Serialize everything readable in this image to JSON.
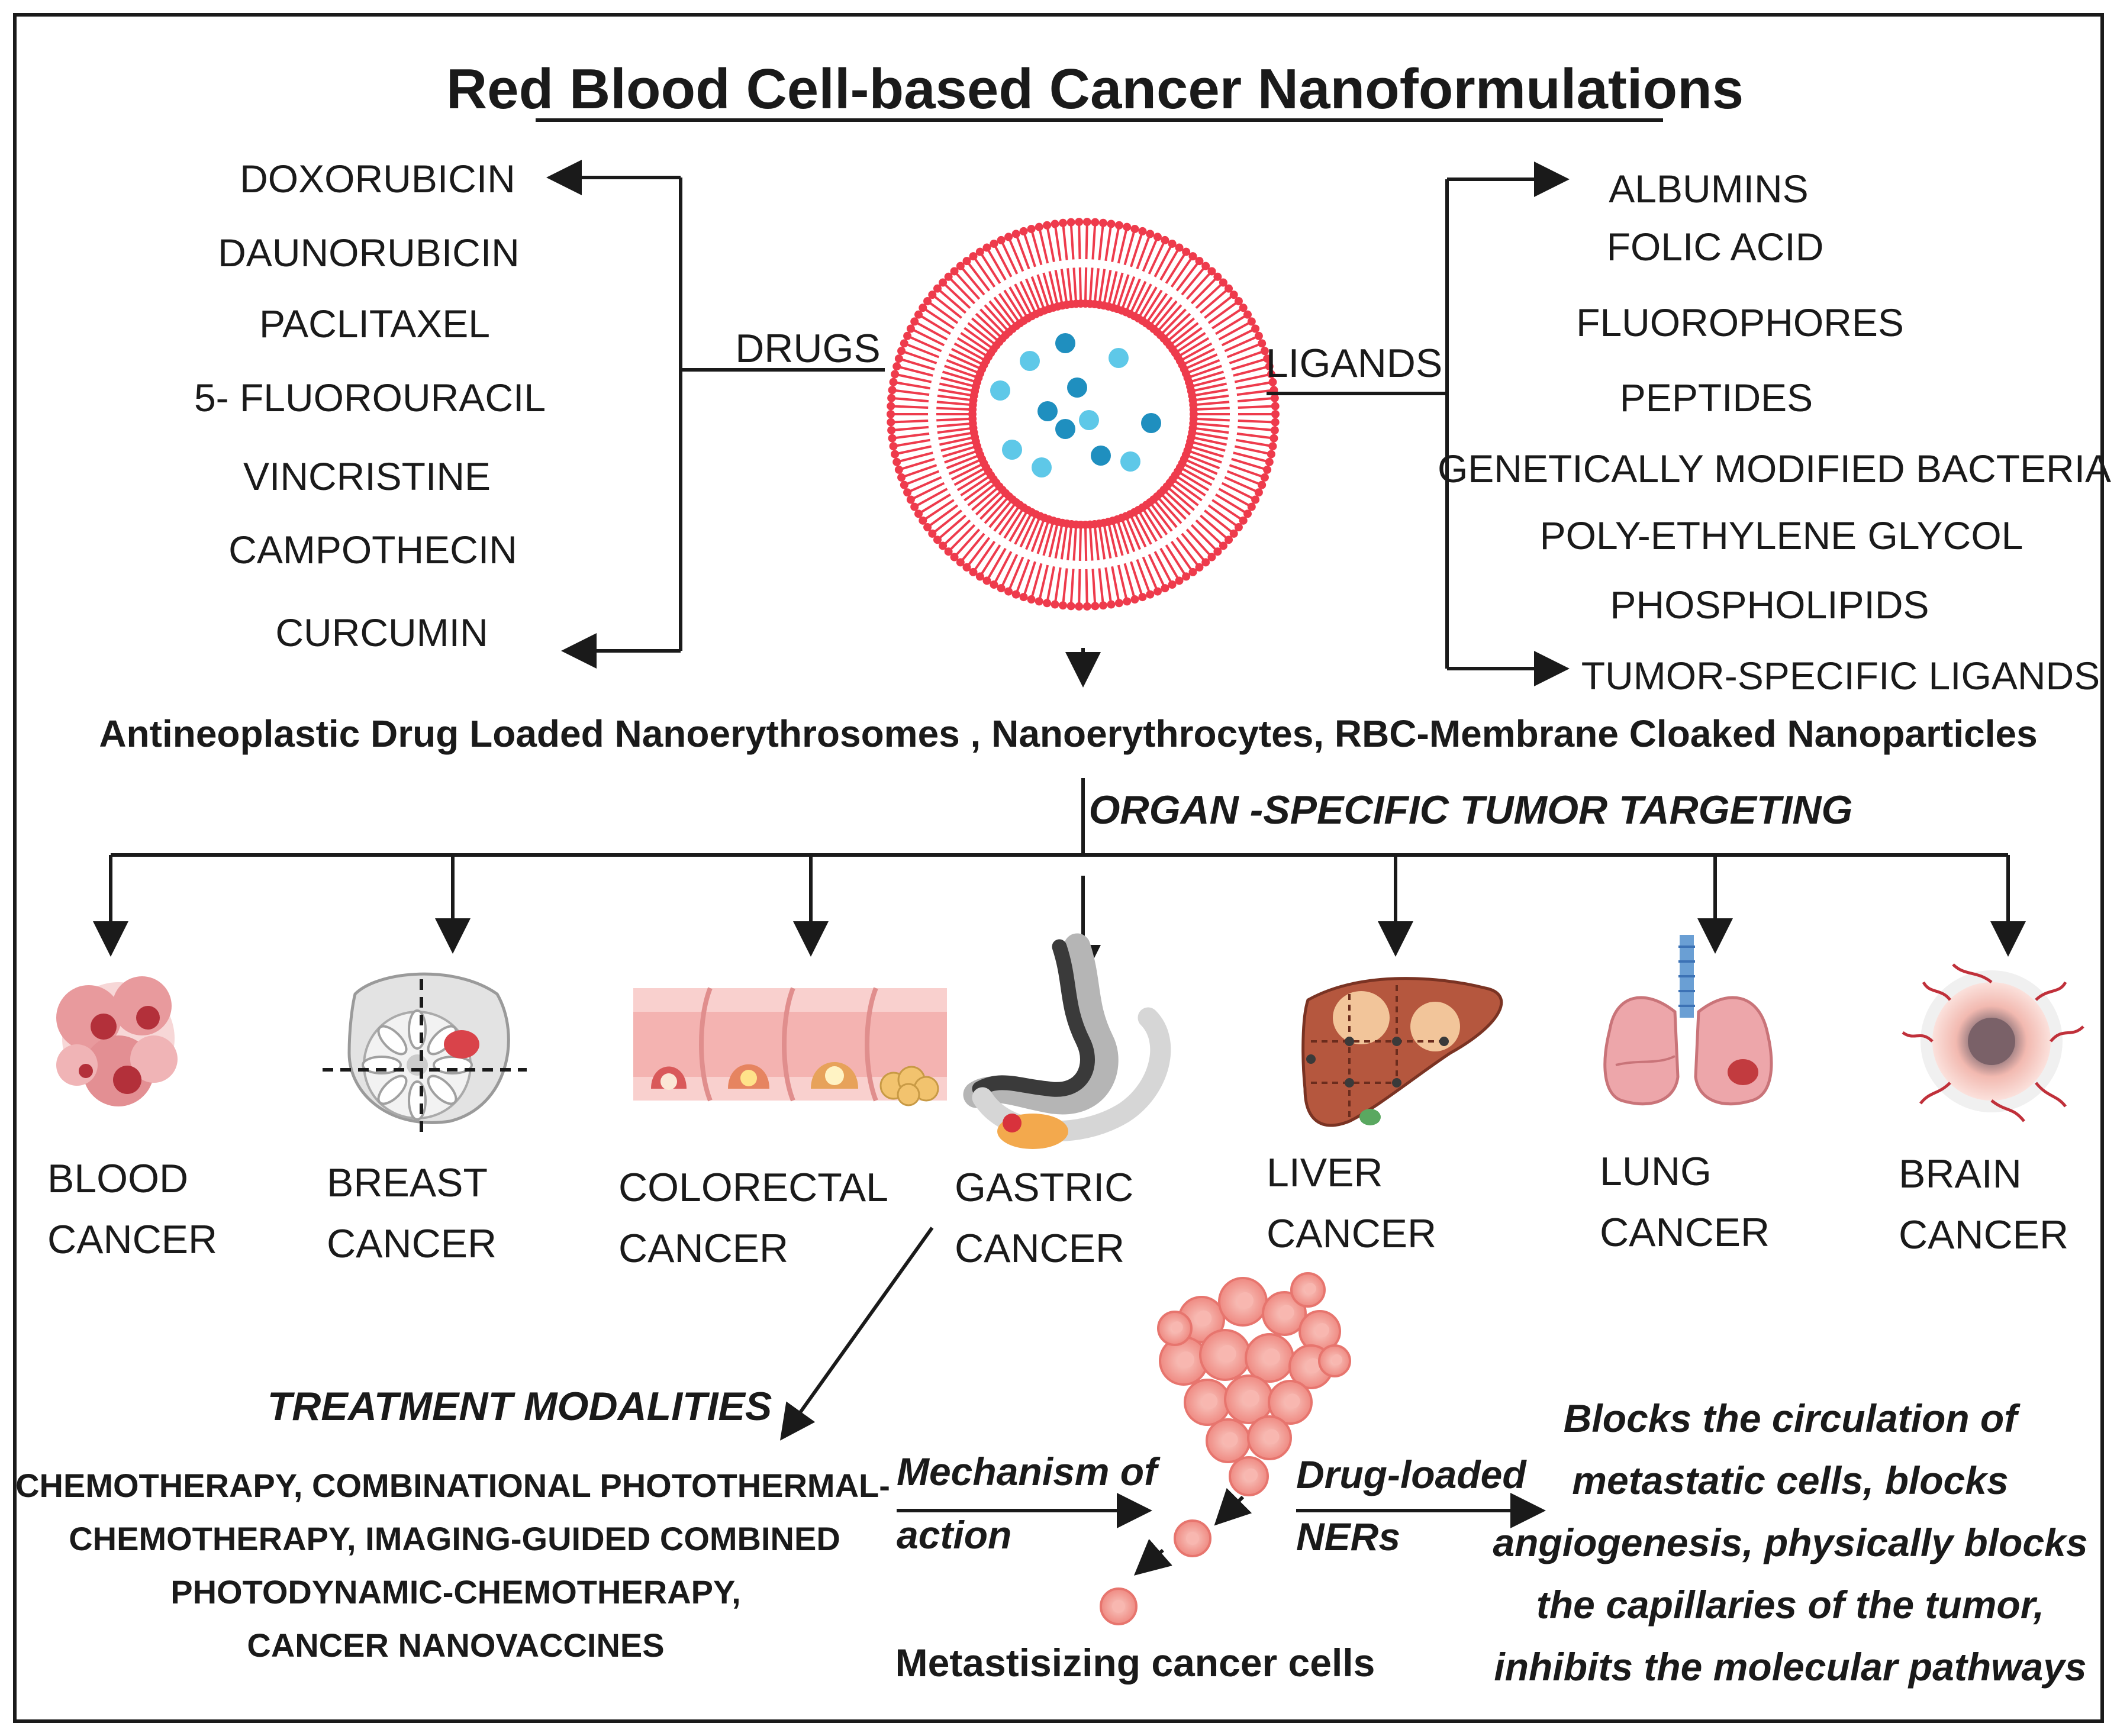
{
  "title": "Red Blood Cell-based Cancer Nanoformulations",
  "drugs": {
    "label": "DRUGS",
    "items": [
      "DOXORUBICIN",
      "DAUNORUBICIN",
      "PACLITAXEL",
      "5- FLUOROURACIL",
      "VINCRISTINE",
      "CAMPOTHECIN",
      "CURCUMIN"
    ]
  },
  "ligands": {
    "label": "LIGANDS",
    "items": [
      "ALBUMINS",
      "FOLIC ACID",
      "FLUOROPHORES",
      "PEPTIDES",
      "GENETICALLY MODIFIED BACTERIA",
      "POLY-ETHYLENE GLYCOL",
      "PHOSPHOLIPIDS",
      "TUMOR-SPECIFIC LIGANDS"
    ]
  },
  "product_line": "Antineoplastic Drug Loaded Nanoerythrosomes , Nanoerythrocytes, RBC-Membrane Cloaked Nanoparticles",
  "targeting_label": "ORGAN -SPECIFIC TUMOR TARGETING",
  "cancers": [
    {
      "line1": "BLOOD",
      "line2": "CANCER",
      "icon": "blood-cancer-icon"
    },
    {
      "line1": "BREAST",
      "line2": "CANCER",
      "icon": "breast-cancer-icon"
    },
    {
      "line1": "COLORECTAL",
      "line2": "CANCER",
      "icon": "colorectal-cancer-icon"
    },
    {
      "line1": "GASTRIC",
      "line2": "CANCER",
      "icon": "gastric-cancer-icon"
    },
    {
      "line1": "LIVER",
      "line2": "CANCER",
      "icon": "liver-cancer-icon"
    },
    {
      "line1": "LUNG",
      "line2": "CANCER",
      "icon": "lung-cancer-icon"
    },
    {
      "line1": "BRAIN",
      "line2": "CANCER",
      "icon": "brain-cancer-icon"
    }
  ],
  "treatment": {
    "heading": "TREATMENT MODALITIES",
    "lines": [
      "CHEMOTHERAPY, COMBINATIONAL PHOTOTHERMAL-",
      "CHEMOTHERAPY, IMAGING-GUIDED COMBINED",
      "PHOTODYNAMIC-CHEMOTHERAPY,",
      "CANCER NANOVACCINES"
    ]
  },
  "mechanism": {
    "line1": "Mechanism of",
    "line2": "action"
  },
  "drug_loaded": {
    "line1": "Drug-loaded",
    "line2": "NERs"
  },
  "metastasis_label": "Metastisizing cancer cells",
  "effects_lines": [
    "Blocks the circulation of",
    "metastatic cells, blocks",
    "angiogenesis, physically blocks",
    "the capillaries of the tumor,",
    "inhibits the molecular pathways"
  ],
  "colors": {
    "membrane": "#ee3b4c",
    "drug_dark": "#1f8fbf",
    "drug_light": "#5ec8e8",
    "tissue_pink": "#f4a3a6",
    "tumor_red": "#c23b3f",
    "text": "#1a1a1a"
  }
}
